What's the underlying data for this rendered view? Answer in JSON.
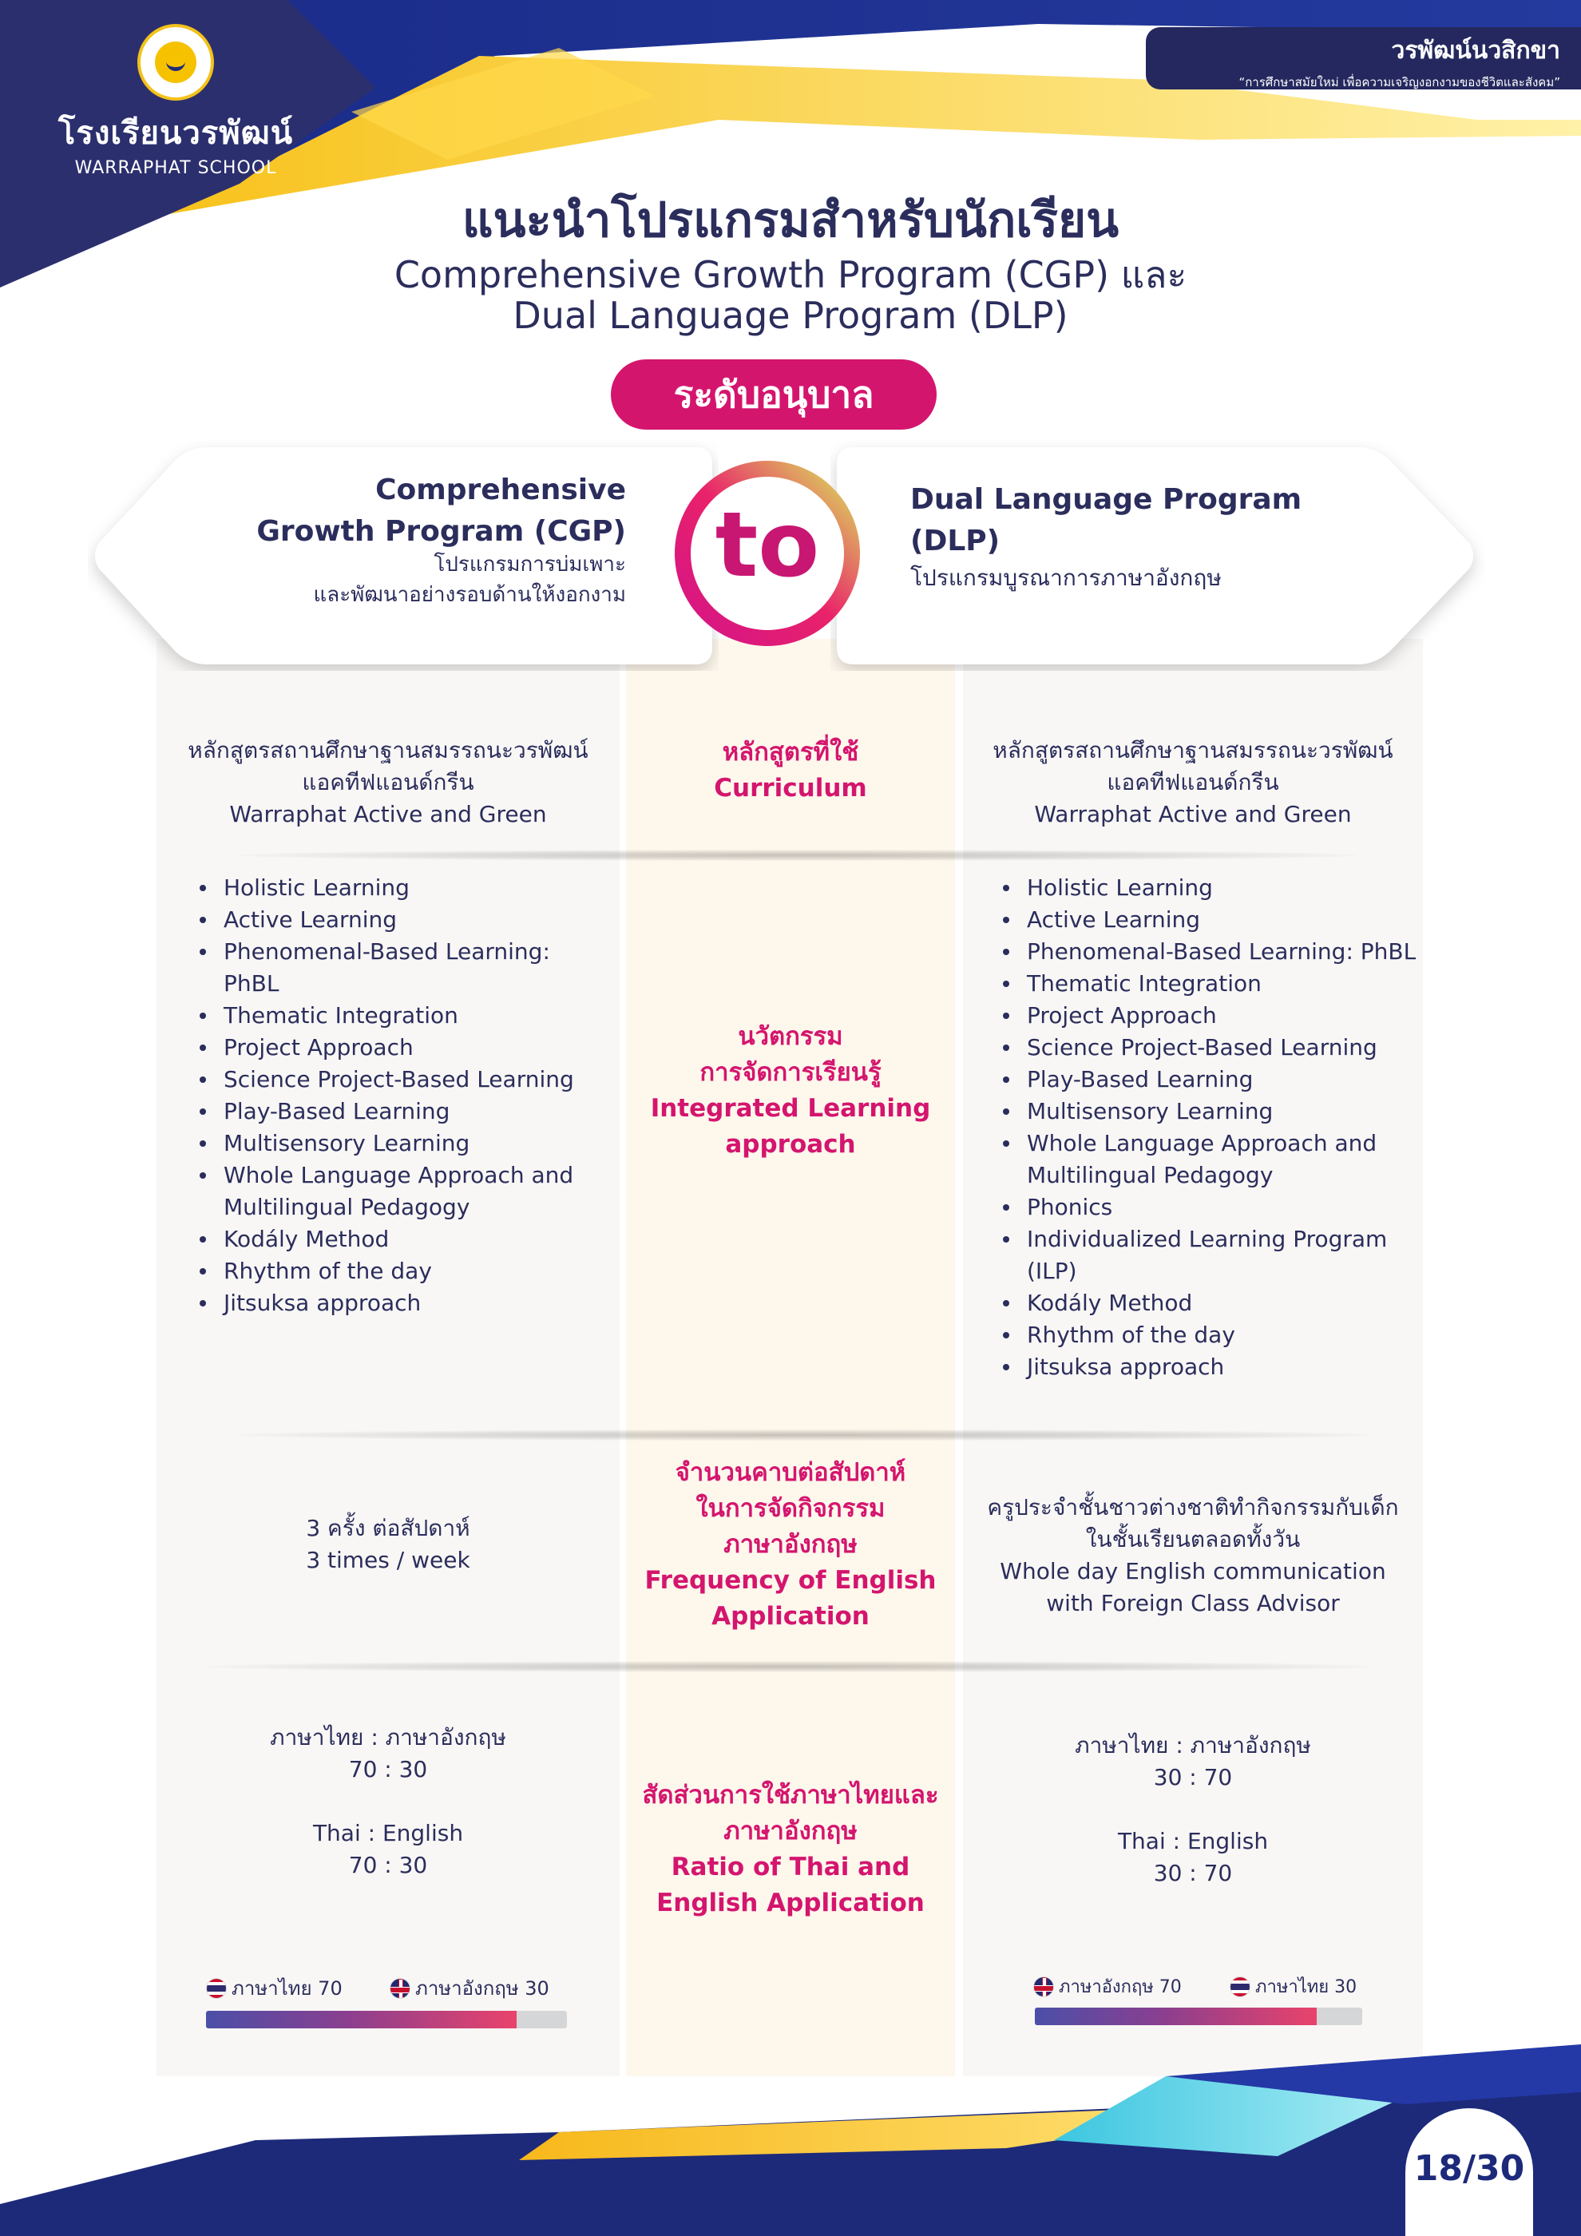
{
  "header": {
    "school_name_th": "โรงเรียนวรพัฒน์",
    "school_name_en": "WARRAPHAT SCHOOL",
    "banner_title": "วรพัฒน์นวสิกขา",
    "banner_tagline": "“การศึกษาสมัยใหม่ เพื่อความเจริญงอกงามของชีวิตและสังคม”"
  },
  "title": {
    "thai": "แนะนำโปรแกรมสำหรับนักเรียน",
    "english_line1": "Comprehensive Growth Program (CGP) และ",
    "english_line2": "Dual Language Program (DLP)"
  },
  "level_badge": "ระดับอนุบาล",
  "connector": "to",
  "cgp": {
    "title_line1": "Comprehensive",
    "title_line2": "Growth Program (CGP)",
    "subtitle_line1": "โปรแกรมการบ่มเพาะ",
    "subtitle_line2": "และพัฒนาอย่างรอบด้านให้งอกงาม"
  },
  "dlp": {
    "title_line1": "Dual Language Program",
    "title_line2": "(DLP)",
    "subtitle": "โปรแกรมบูรณาการภาษาอังกฤษ"
  },
  "rows": {
    "curriculum": {
      "label_th": "หลักสูตรที่ใช้",
      "label_en": "Curriculum",
      "cgp": [
        "หลักสูตรสถานศึกษาฐานสมรรถนะวรพัฒน์",
        "แอคทีฟแอนด์กรีน",
        "Warraphat Active and Green"
      ],
      "dlp": [
        "หลักสูตรสถานศึกษาฐานสมรรถนะวรพัฒน์",
        "แอคทีฟแอนด์กรีน",
        "Warraphat Active and Green"
      ]
    },
    "innovation": {
      "label_th1": "นวัตกรรม",
      "label_th2": "การจัดการเรียนรู้",
      "label_en1": "Integrated Learning",
      "label_en2": "approach",
      "cgp_items": [
        "Holistic Learning",
        "Active Learning",
        "Phenomenal-Based Learning: PhBL",
        "Thematic Integration",
        "Project Approach",
        "Science Project-Based Learning",
        "Play-Based Learning",
        "Multisensory Learning",
        "Whole Language Approach and Multilingual Pedagogy",
        "Kodály Method",
        "Rhythm of the day",
        "Jitsuksa approach"
      ],
      "dlp_items": [
        "Holistic Learning",
        "Active Learning",
        "Phenomenal-Based Learning: PhBL",
        "Thematic Integration",
        "Project Approach",
        "Science Project-Based Learning",
        "Play-Based Learning",
        "Multisensory Learning",
        "Whole Language Approach and Multilingual Pedagogy",
        "Phonics",
        "Individualized Learning Program (ILP)",
        "Kodály Method",
        "Rhythm of the day",
        "Jitsuksa approach"
      ]
    },
    "frequency": {
      "label_th1": "จำนวนคาบต่อสัปดาห์",
      "label_th2": "ในการจัดกิจกรรม",
      "label_th3": "ภาษาอังกฤษ",
      "label_en1": "Frequency of English",
      "label_en2": "Application",
      "cgp": [
        "3 ครั้ง ต่อสัปดาห์",
        "3 times / week"
      ],
      "dlp": [
        "ครูประจำชั้นชาวต่างชาติทำกิจกรรมกับเด็ก",
        "ในชั้นเรียนตลอดทั้งวัน",
        "Whole day English communication",
        "with Foreign Class Advisor"
      ]
    },
    "ratio": {
      "label_th1": "สัดส่วนการใช้ภาษาไทยและ",
      "label_th2": "ภาษาอังกฤษ",
      "label_en1": "Ratio of Thai and",
      "label_en2": "English Application",
      "cgp": {
        "th_label": "ภาษาไทย : ภาษาอังกฤษ",
        "th_value": "70 : 30",
        "en_label": "Thai : English",
        "en_value": "70 : 30",
        "legend1": "ภาษาไทย 70",
        "legend2": "ภาษาอังกฤษ 30",
        "fill_percent": 86
      },
      "dlp": {
        "th_label": "ภาษาไทย : ภาษาอังกฤษ",
        "th_value": "30 : 70",
        "en_label": "Thai : English",
        "en_value": "30 : 70",
        "legend1": "ภาษาอังกฤษ 70",
        "legend2": "ภาษาไทย 30",
        "fill_percent": 86
      }
    }
  },
  "page_number": "18/30",
  "colors": {
    "navy": "#2b2d5c",
    "accent_pink": "#d4156e",
    "brand_blue": "#1d2a7a",
    "brand_yellow": "#f6c200"
  }
}
